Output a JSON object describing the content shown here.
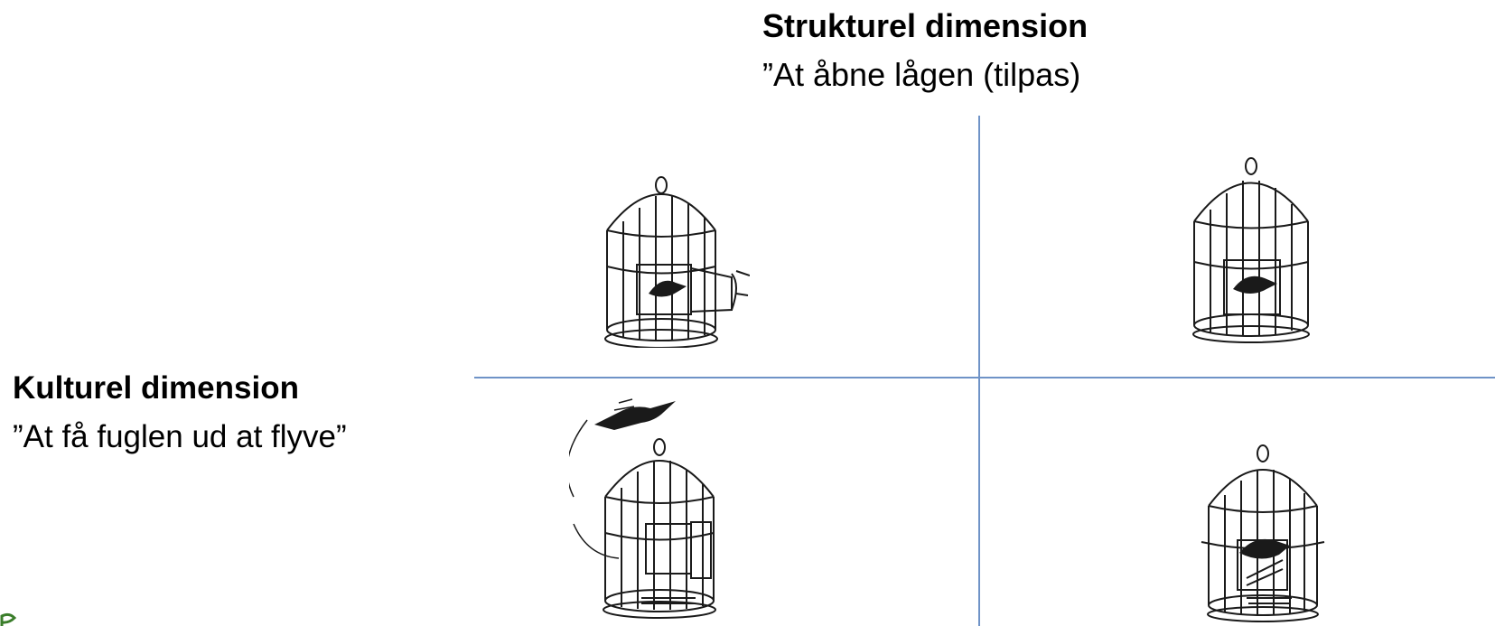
{
  "structural": {
    "title": "Strukturel dimension",
    "subtitle": "”At åbne lågen (tilpas)"
  },
  "cultural": {
    "title": "Kulturel dimension",
    "subtitle": "”At få fuglen ud at flyve”"
  },
  "colors": {
    "axis": "#6f93c7",
    "ink": "#1a1a1a",
    "corner": "#3a7d2a"
  },
  "icons": [
    "cage-open-door-icon",
    "cage-closed-door-icon",
    "cage-bird-flying-icon",
    "cage-door-broken-icon"
  ]
}
